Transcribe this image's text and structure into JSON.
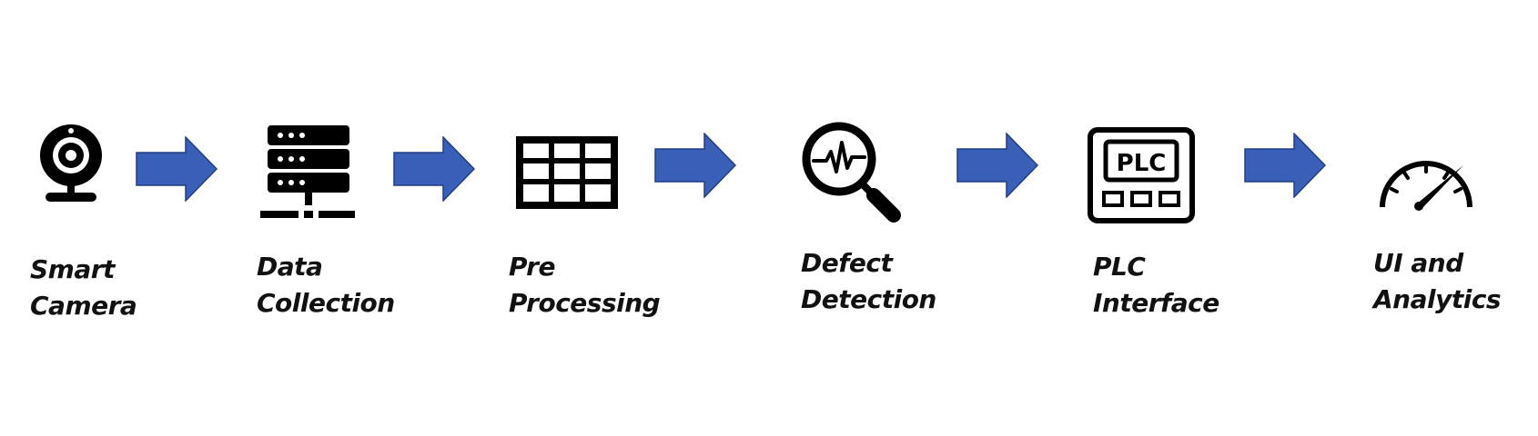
{
  "diagram": {
    "steps": [
      {
        "icon": "webcam-icon",
        "line1": "Smart",
        "line2": "Camera"
      },
      {
        "icon": "server-rack-icon",
        "line1": "Data",
        "line2": "Collection"
      },
      {
        "icon": "grid-table-icon",
        "line1": "Pre",
        "line2": "Processing"
      },
      {
        "icon": "magnifier-waveform-icon",
        "line1": "Defect",
        "line2": "Detection"
      },
      {
        "icon": "plc-panel-icon",
        "line1": "PLC",
        "line2": "Interface"
      },
      {
        "icon": "speedometer-gauge-icon",
        "line1": "UI and",
        "line2": "Analytics"
      }
    ],
    "plc_icon_text": "PLC",
    "colors": {
      "arrow_fill": "#3a5fb8",
      "arrow_stroke": "#1f3f86",
      "icon": "#000000",
      "text": "#111111"
    }
  }
}
